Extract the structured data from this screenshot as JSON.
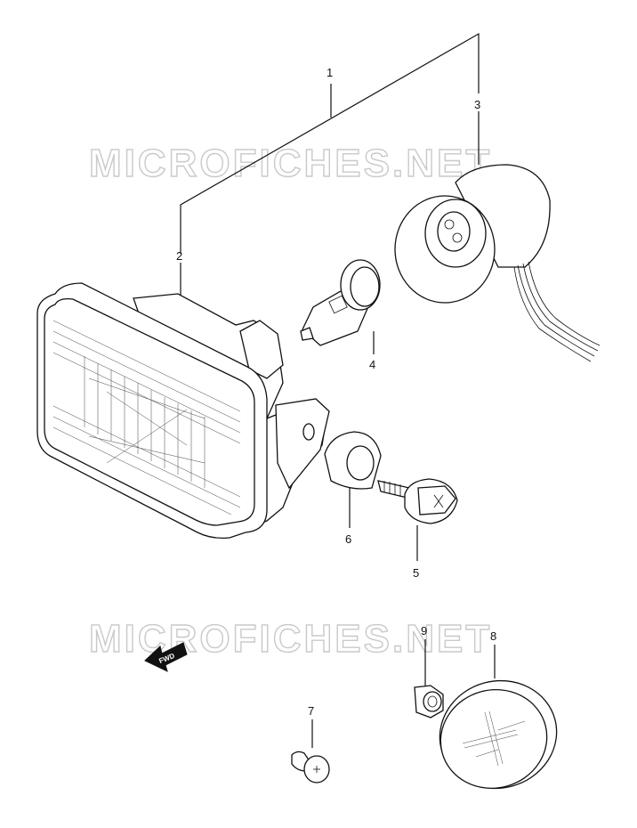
{
  "watermarks": {
    "top": "MICROFICHES.NET",
    "middle": "MICROFICHES.NET"
  },
  "direction_arrow": {
    "label": "FWD"
  },
  "callouts": [
    {
      "number": "1",
      "part": "headlight-assembly"
    },
    {
      "number": "2",
      "part": "headlight-housing"
    },
    {
      "number": "3",
      "part": "socket"
    },
    {
      "number": "4",
      "part": "bulb"
    },
    {
      "number": "5",
      "part": "screw"
    },
    {
      "number": "6",
      "part": "cushion"
    },
    {
      "number": "7",
      "part": "clip"
    },
    {
      "number": "8",
      "part": "cap"
    },
    {
      "number": "9",
      "part": "nut"
    }
  ],
  "colors": {
    "line": "#111111",
    "watermark": "#c9c9c9",
    "background": "#ffffff"
  }
}
